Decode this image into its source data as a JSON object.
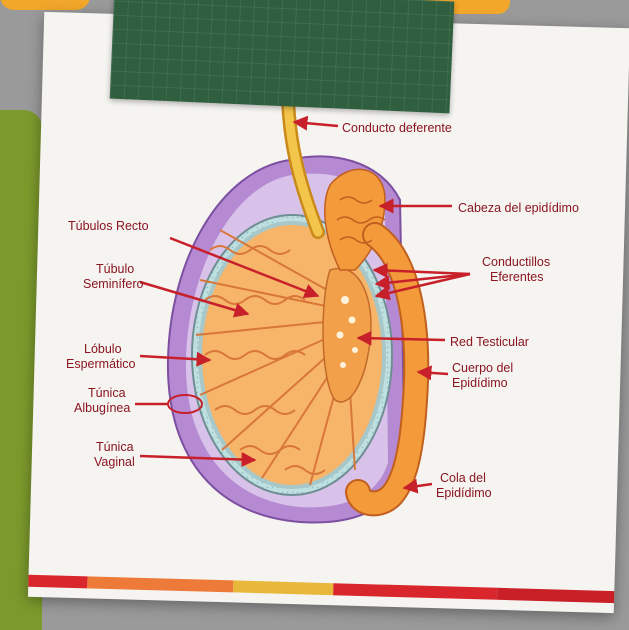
{
  "labels": {
    "conducto_deferente": "Conducto deferente",
    "cabeza_epididimo": "Cabeza del epidídimo",
    "tubulos_recto": "Túbulos Recto",
    "tubulo_seminifero_1": "Túbulo",
    "tubulo_seminifero_2": "Seminífero",
    "conductillos_1": "Conductillos",
    "conductillos_2": "Eferentes",
    "red_testicular": "Red Testicular",
    "lobulo_1": "Lóbulo",
    "lobulo_2": "Espermático",
    "cuerpo_1": "Cuerpo del",
    "cuerpo_2": "Epidídimo",
    "tunica_alb_1": "Túnica",
    "tunica_alb_2": "Albugínea",
    "tunica_vag_1": "Túnica",
    "tunica_vag_2": "Vaginal",
    "cola_1": "Cola del",
    "cola_2": "Epidídimo"
  },
  "colors": {
    "label_red": "#8a1520",
    "arrow_red": "#c8202a",
    "tape_green": "#2f5f3f",
    "tissue_orange": "#f39a3a",
    "vaginal_purple": "#a77ac8",
    "stripe": [
      "#d8262c",
      "#ee7a3a",
      "#e7b83a",
      "#d8262c",
      "#c91f26"
    ]
  }
}
